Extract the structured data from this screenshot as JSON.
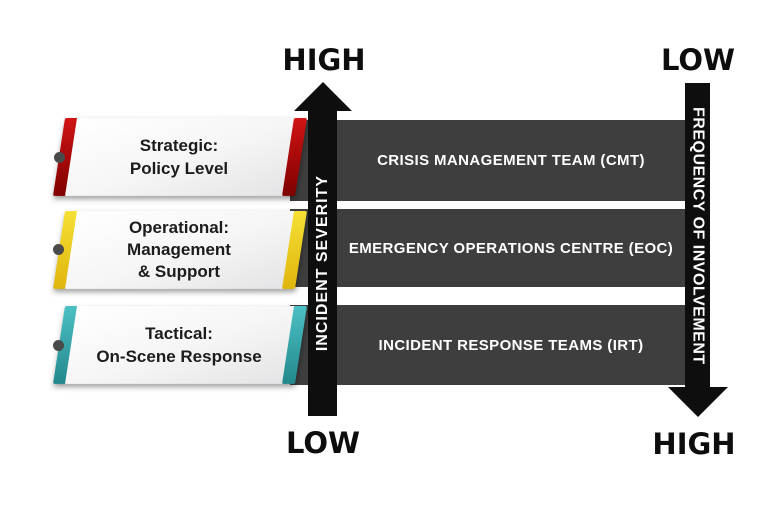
{
  "left_axis": {
    "top": "HIGH",
    "bottom": "LOW",
    "label": "INCIDENT SEVERITY"
  },
  "right_axis": {
    "top": "LOW",
    "bottom": "HIGH",
    "label": "FREQUENCY OF INVOLVEMENT"
  },
  "levels": [
    {
      "tag_lines": [
        "Strategic:",
        "Policy Level"
      ],
      "bar_label": "CRISIS MANAGEMENT TEAM (CMT)",
      "accent_top": "#d11414",
      "accent_bottom": "#7e0000"
    },
    {
      "tag_lines": [
        "Operational:",
        "Management",
        "& Support"
      ],
      "bar_label": "EMERGENCY OPERATIONS CENTRE (EOC)",
      "accent_top": "#f6e035",
      "accent_bottom": "#dfb50c"
    },
    {
      "tag_lines": [
        "Tactical:",
        "On-Scene Response"
      ],
      "bar_label": "INCIDENT RESPONSE TEAMS (IRT)",
      "accent_top": "#4cc0c4",
      "accent_bottom": "#23888c"
    }
  ],
  "colors": {
    "bar_bg": "#3e3e3e",
    "bar_text": "#ffffff",
    "arrow": "#0e0e0e",
    "dot": "#4a4a4a",
    "background": "#ffffff"
  }
}
